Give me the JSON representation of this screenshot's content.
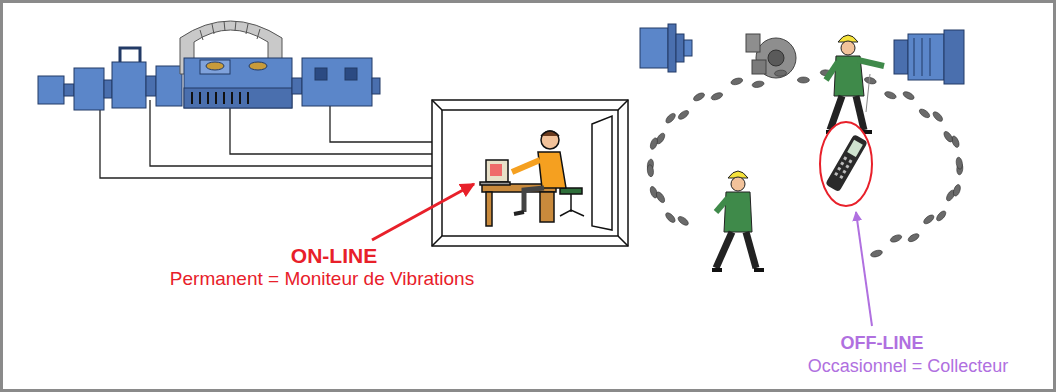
{
  "diagram": {
    "labels": [
      "ON-LINE",
      "Permanent = Moniteur de Vibrations",
      "OFF-LINE",
      "Occasionnel = Collecteur"
    ]
  }
}
